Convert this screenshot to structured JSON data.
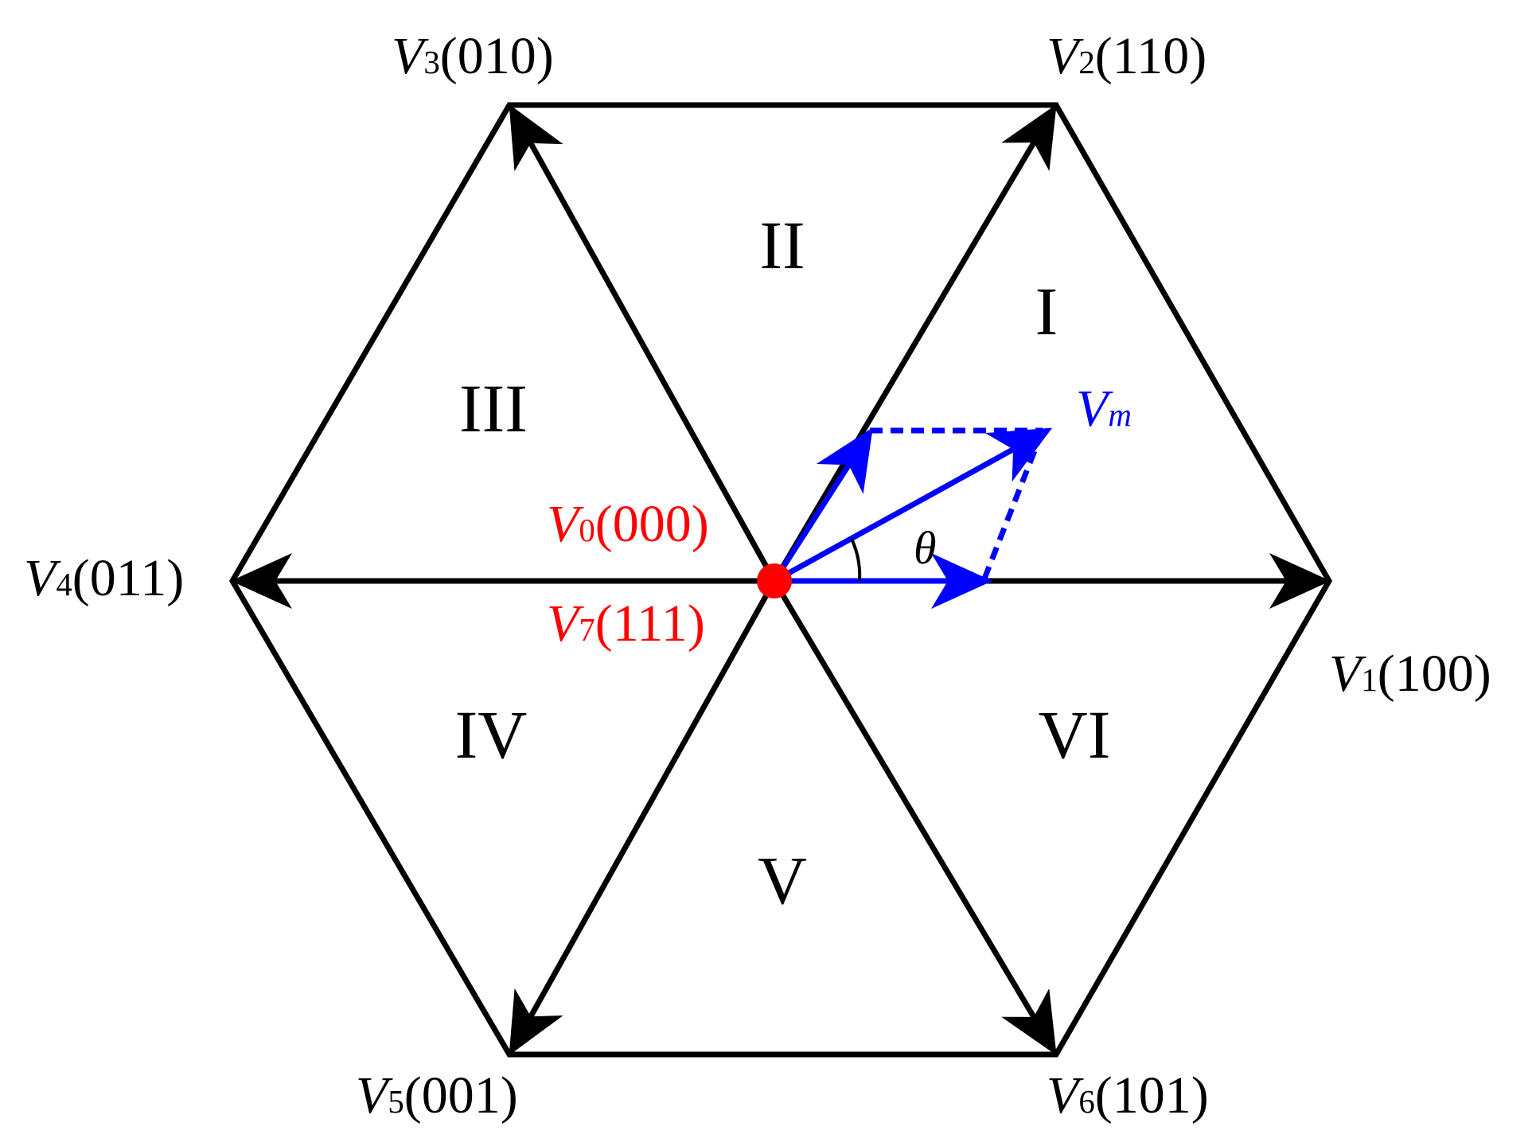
{
  "colors": {
    "lines": "#000000",
    "reference": "#0000ff",
    "zero_vector": "#ff0000"
  },
  "vectors": [
    {
      "letter": "V",
      "subscript": "1",
      "code": "(100)"
    },
    {
      "letter": "V",
      "subscript": "2",
      "code": "(110)"
    },
    {
      "letter": "V",
      "subscript": "3",
      "code": "(010)"
    },
    {
      "letter": "V",
      "subscript": "4",
      "code": "(011)"
    },
    {
      "letter": "V",
      "subscript": "5",
      "code": "(001)"
    },
    {
      "letter": "V",
      "subscript": "6",
      "code": "(101)"
    }
  ],
  "zero_vectors": [
    {
      "letter": "V",
      "subscript": "0",
      "code": "(000)"
    },
    {
      "letter": "V",
      "subscript": "7",
      "code": "(111)"
    }
  ],
  "sectors": [
    "I",
    "II",
    "III",
    "IV",
    "V",
    "VI"
  ],
  "reference_vector": {
    "letter": "V",
    "subscript": "m",
    "angle_symbol": "θ"
  }
}
